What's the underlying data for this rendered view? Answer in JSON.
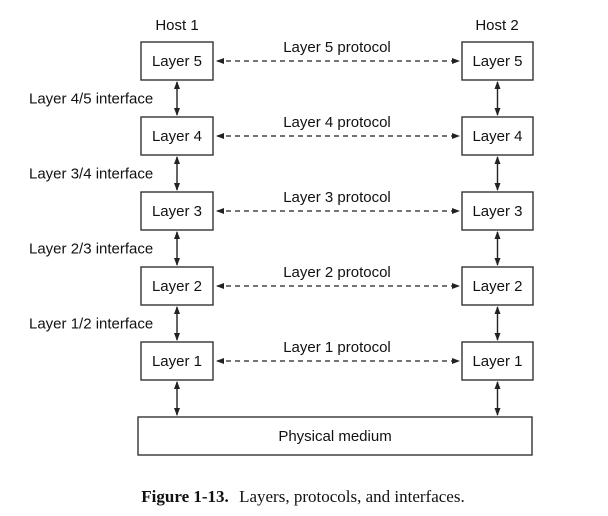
{
  "hosts": [
    {
      "label": "Host 1"
    },
    {
      "label": "Host 2"
    }
  ],
  "layers": [
    {
      "label": "Layer 5",
      "protocol": "Layer 5 protocol"
    },
    {
      "label": "Layer 4",
      "protocol": "Layer 4 protocol"
    },
    {
      "label": "Layer 3",
      "protocol": "Layer 3 protocol"
    },
    {
      "label": "Layer 2",
      "protocol": "Layer 2 protocol"
    },
    {
      "label": "Layer 1",
      "protocol": "Layer 1 protocol"
    }
  ],
  "interfaces": [
    "Layer 4/5 interface",
    "Layer 3/4 interface",
    "Layer 2/3 interface",
    "Layer 1/2 interface"
  ],
  "physical_medium": "Physical medium",
  "caption": {
    "number": "Figure 1-13.",
    "text": "Layers, protocols, and interfaces."
  }
}
